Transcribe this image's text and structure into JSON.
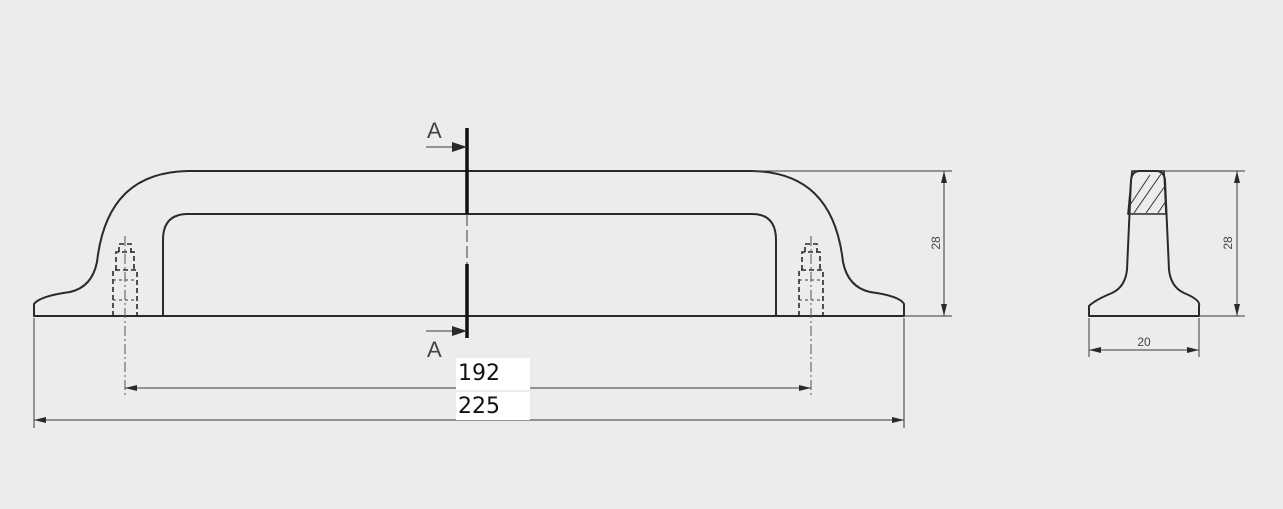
{
  "section": {
    "label_top": "A",
    "label_bottom": "A"
  },
  "dimensions": {
    "hole_spacing": "192",
    "overall_length": "225",
    "front_height": "28",
    "side_height": "28",
    "side_width": "20"
  }
}
